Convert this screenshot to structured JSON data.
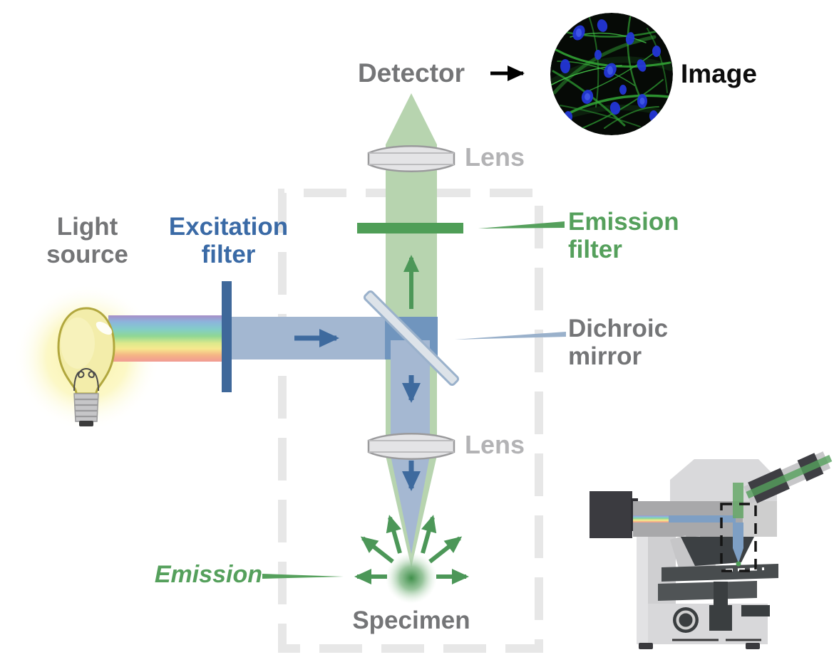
{
  "diagram": {
    "labels": {
      "detector": "Detector",
      "image": "Image",
      "lens_top": "Lens",
      "lens_bottom": "Lens",
      "light_source": [
        "Light",
        "source"
      ],
      "excitation_filter": [
        "Excitation",
        "filter"
      ],
      "emission_filter": [
        "Emission",
        "filter"
      ],
      "dichroic_mirror": [
        "Dichroic",
        "mirror"
      ],
      "emission": "Emission",
      "specimen": "Specimen"
    },
    "colors": {
      "label_gray": "#747577",
      "lens_label_gray": "#b3b3b5",
      "excitation_blue_text": "#3a6aa6",
      "emission_green": "#55a05c",
      "image_label_black": "#0d0d0d",
      "beam_blue": "#a3b7d1",
      "beam_green": "#b7d4af",
      "beam_overlap_blue": "#7095be",
      "excitation_filter_bar": "#3f689a",
      "emission_filter_bar": "#4f9e57",
      "dichroic_slab_fill": "#dde3e9",
      "dichroic_slab_edge": "#9ab1cb",
      "dashed_box_gray": "#e7e7e7",
      "arrow_blue": "#3e6a9e",
      "arrow_green": "#4c9758"
    }
  }
}
